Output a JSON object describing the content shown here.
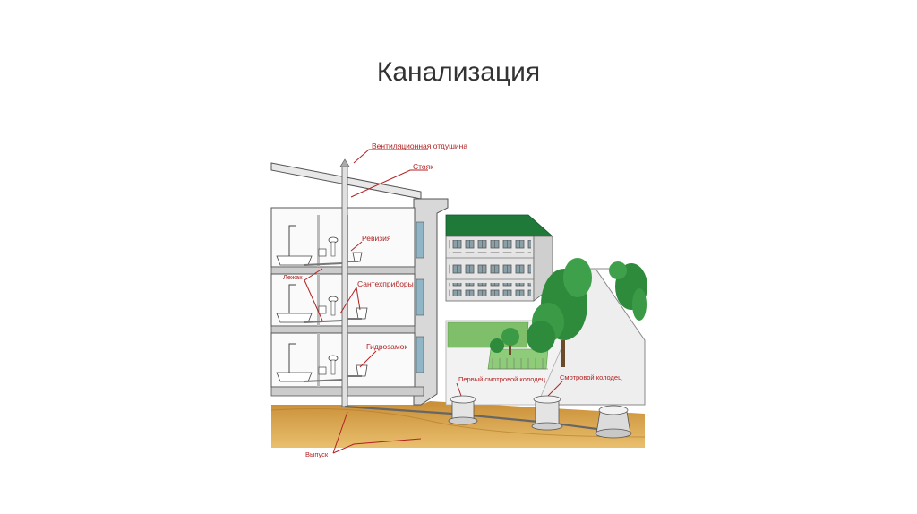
{
  "slide": {
    "title": "Канализация"
  },
  "labels": {
    "vent": "Вентиляционная отдушина",
    "riser": "Стояк",
    "revision": "Ревизия",
    "lezhak": "Лежак",
    "fixtures": "Сантехприборы",
    "trap": "Гидрозамок",
    "first_well": "Первый смотровой колодец",
    "well": "Смотровой колодец",
    "outlet": "Выпуск"
  },
  "colors": {
    "label": "#b22222",
    "roof": "#1f7a3a",
    "soil": "#d9a24a",
    "tree": "#2e8b3c"
  }
}
